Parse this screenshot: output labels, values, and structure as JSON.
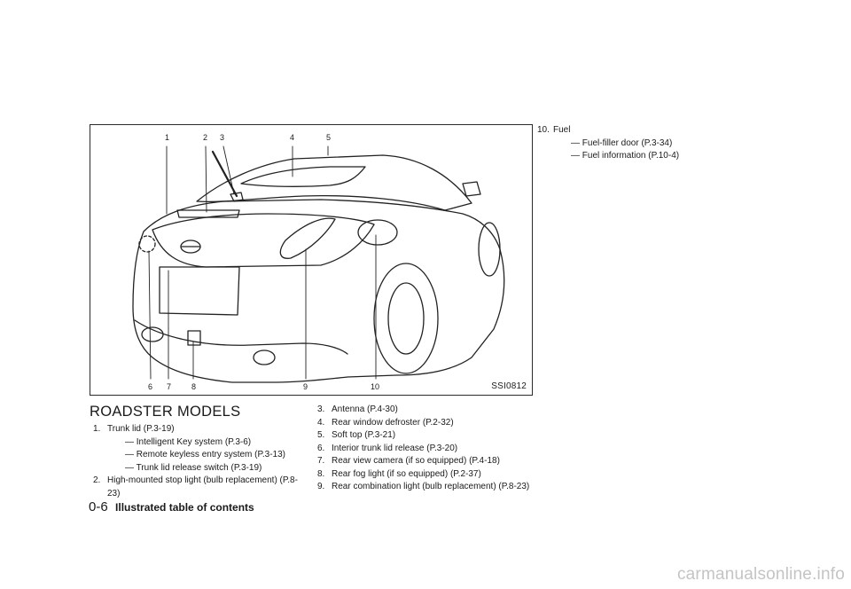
{
  "figure": {
    "code": "SSI0812",
    "callouts": [
      "1",
      "2",
      "3",
      "4",
      "5",
      "6",
      "7",
      "8",
      "9",
      "10"
    ]
  },
  "section_title": "ROADSTER MODELS",
  "items": [
    {
      "num": "1.",
      "text": "Trunk lid (P.3-19)",
      "subs": [
        "Intelligent Key system (P.3-6)",
        "Remote keyless entry system (P.3-13)",
        "Trunk lid release switch (P.3-19)"
      ]
    },
    {
      "num": "2.",
      "text": "High-mounted stop light (bulb replacement) (P.8-23)",
      "subs": []
    },
    {
      "num": "3.",
      "text": "Antenna (P.4-30)",
      "subs": []
    },
    {
      "num": "4.",
      "text": "Rear window defroster (P.2-32)",
      "subs": []
    },
    {
      "num": "5.",
      "text": "Soft top (P.3-21)",
      "subs": []
    },
    {
      "num": "6.",
      "text": "Interior trunk lid release (P.3-20)",
      "subs": []
    },
    {
      "num": "7.",
      "text": "Rear view camera (if so equipped) (P.4-18)",
      "subs": []
    },
    {
      "num": "8.",
      "text": "Rear fog light (if so equipped) (P.2-37)",
      "subs": []
    },
    {
      "num": "9.",
      "text": "Rear combination light (bulb replacement) (P.8-23)",
      "subs": []
    },
    {
      "num": "10.",
      "text": "Fuel",
      "subs": [
        "Fuel-filler door (P.3-34)",
        "Fuel information (P.10-4)"
      ]
    }
  ],
  "footer": {
    "page_number": "0-6",
    "title": "Illustrated table of contents"
  },
  "watermark": "carmanualsonline.info"
}
